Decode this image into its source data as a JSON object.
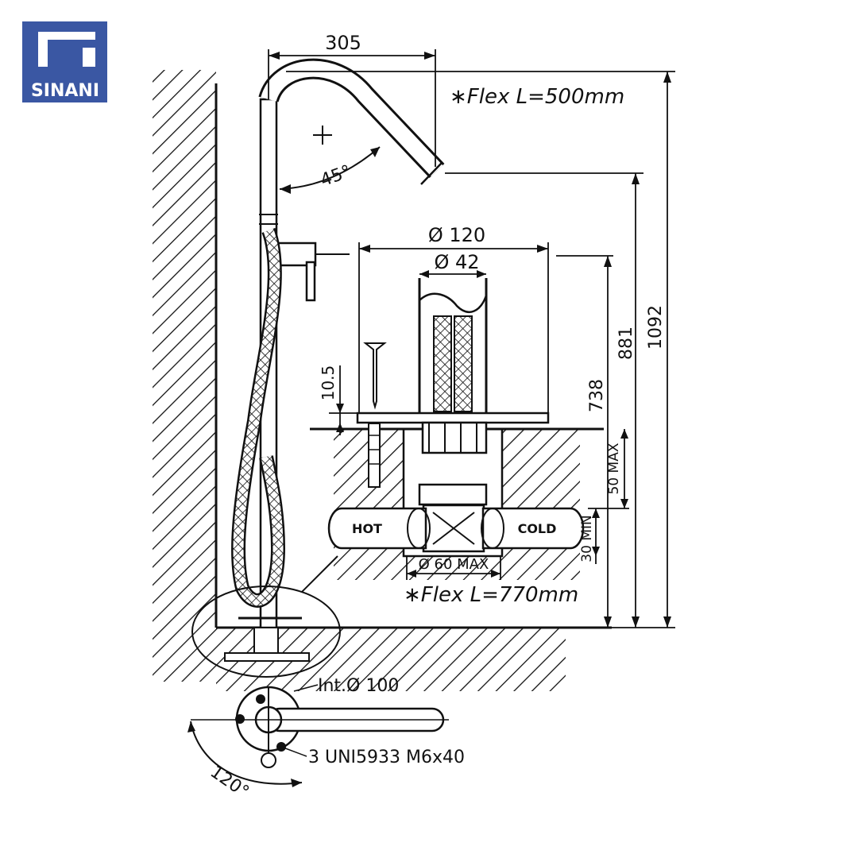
{
  "brand": {
    "name": "SINANI",
    "color": "#3a57a3"
  },
  "dimensions": {
    "spout_reach": "305",
    "flex_upper": "∗Flex  L=500mm",
    "angle_spout": "45°",
    "dia_base": "Ø 120",
    "dia_tube": "Ø 42",
    "height_881": "881",
    "height_1092": "1092",
    "height_738": "738",
    "plate_10_5": "10.5",
    "max_50": "50 MAX",
    "min_30": "30 MIN",
    "dia_60": "Ø 60 MAX",
    "flex_lower": "∗Flex  L=770mm",
    "int_dia": "Int.Ø 100",
    "screws": "3 UNI5933  M6x40",
    "angle_120": "120°"
  },
  "pipes": {
    "hot": "HOT",
    "cold": "COLD"
  }
}
